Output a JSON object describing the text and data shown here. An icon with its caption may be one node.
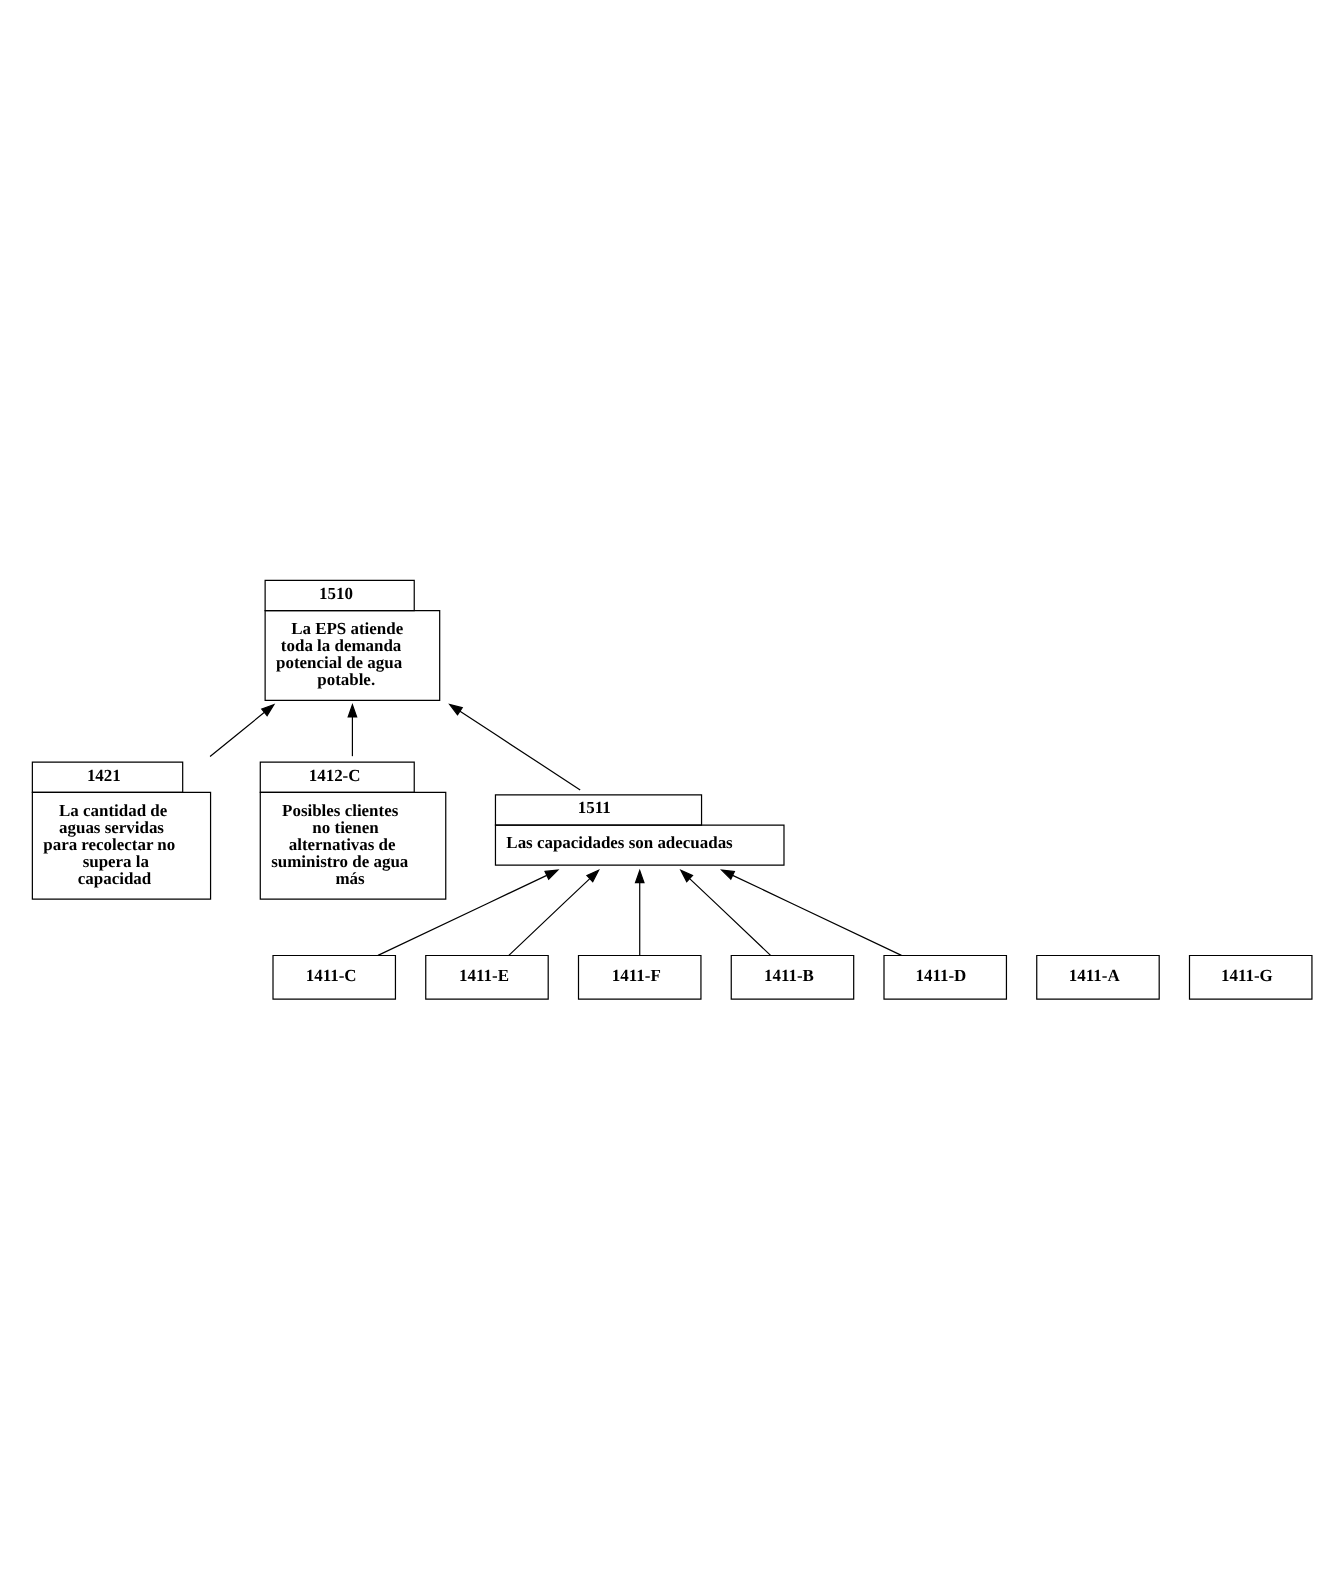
{
  "diagram": {
    "nodes": [
      {
        "text": [
          "1510",
          "La EPS atiende toda la demanda potencial de agua potable."
        ]
      },
      {
        "text": [
          "1421",
          "La cantidad de aguas servidas para recolectar no supera la capacidad"
        ]
      },
      {
        "text": [
          "1412-C",
          "Posibles clientes no tienen alternativas de suministro de agua más"
        ]
      },
      {
        "text": [
          "1511",
          "Las capacidades son adecuadas"
        ]
      },
      {
        "text": [
          "1411-A"
        ]
      },
      {
        "text": [
          "1411-C"
        ]
      },
      {
        "text": [
          "1411-E"
        ]
      },
      {
        "text": [
          "1411-F"
        ]
      },
      {
        "text": [
          "1411-B"
        ]
      },
      {
        "text": [
          "1411-D"
        ]
      },
      {
        "text": [
          "1411-G"
        ]
      }
    ],
    "edges": [
      {
        "from": 1,
        "to": 0,
        "arrow": "to"
      },
      {
        "from": 3,
        "to": 0,
        "arrow": "to"
      },
      {
        "from": 2,
        "to": 0,
        "arrow": "to"
      },
      {
        "from": 8,
        "to": 3,
        "arrow": "to"
      },
      {
        "from": 5,
        "to": 3,
        "arrow": "to"
      },
      {
        "from": 9,
        "to": 3,
        "arrow": "to"
      },
      {
        "from": 6,
        "to": 3,
        "arrow": "to"
      },
      {
        "from": 7,
        "to": 3,
        "arrow": "to"
      }
    ]
  }
}
